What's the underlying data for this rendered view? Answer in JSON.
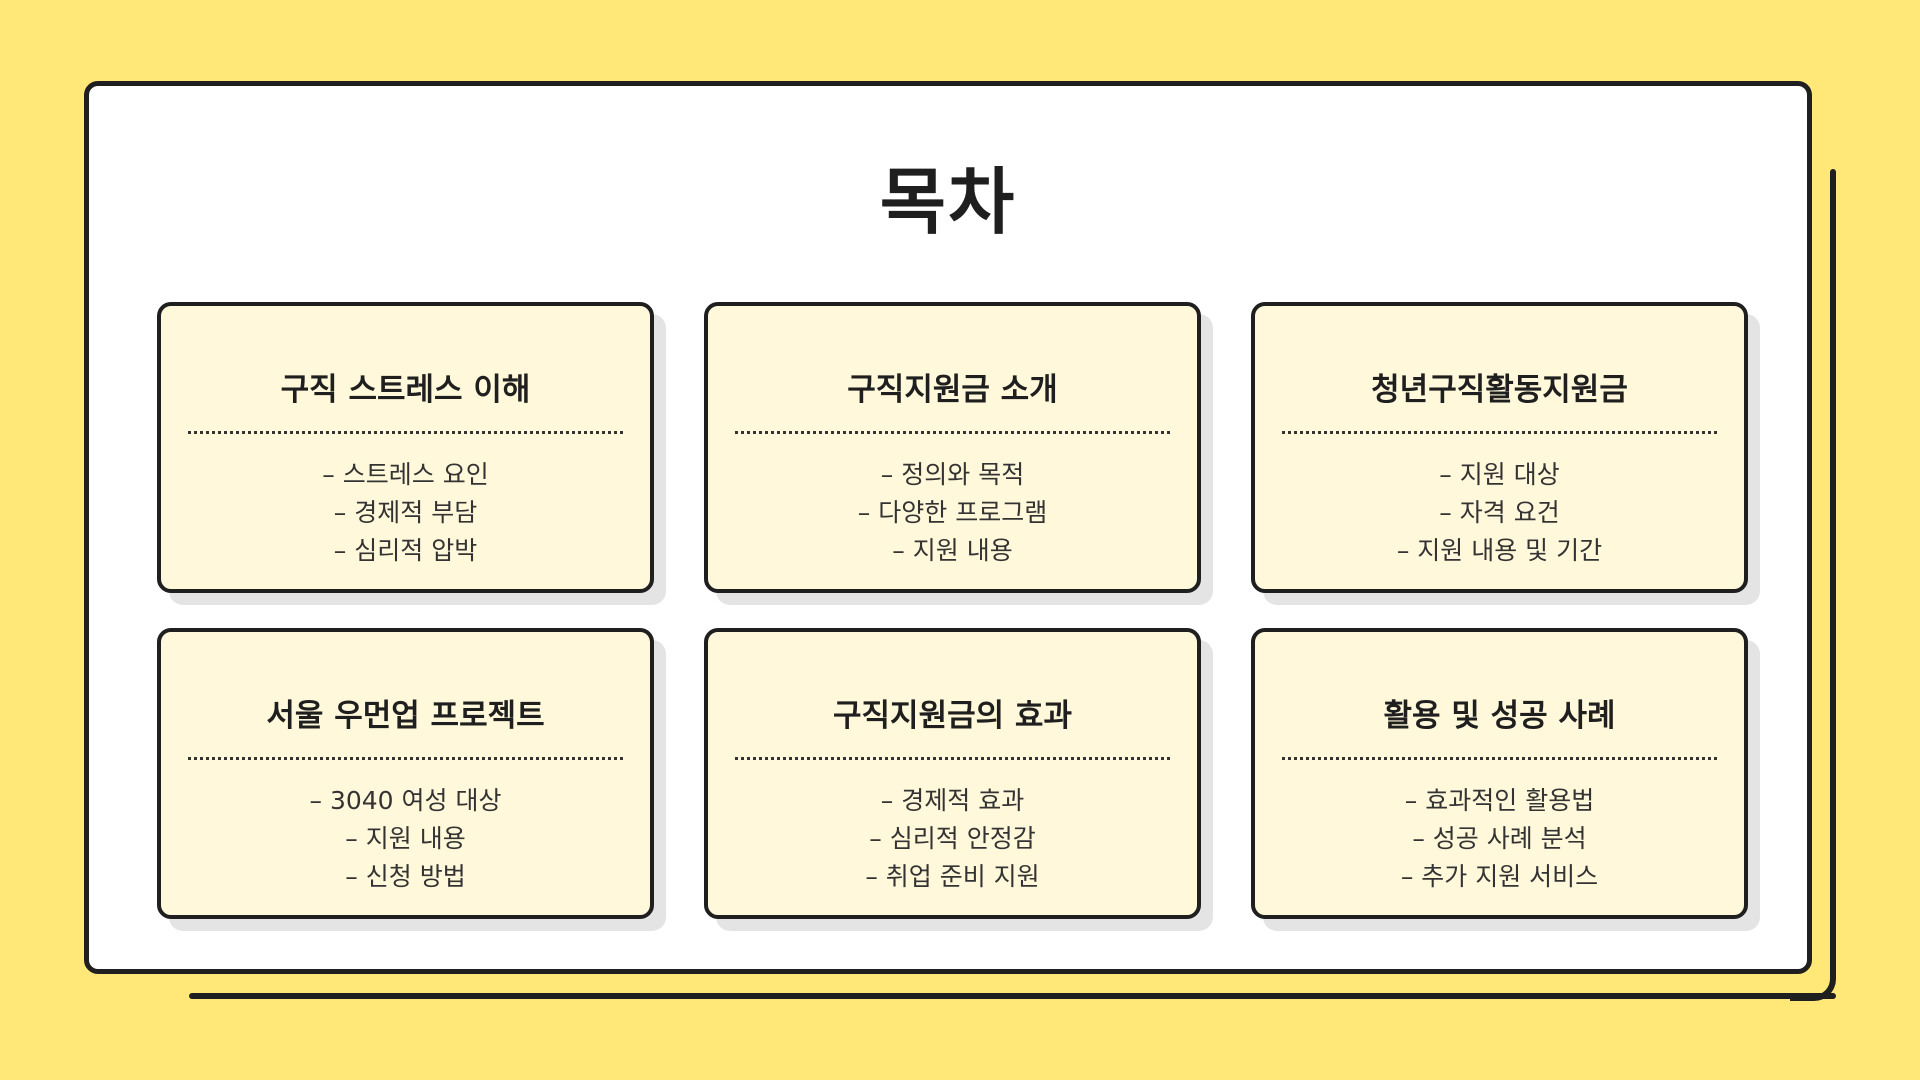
{
  "title": "목차",
  "sections": [
    {
      "heading": "구직 스트레스 이해",
      "items": [
        "– 스트레스 요인",
        "– 경제적 부담",
        "– 심리적 압박"
      ]
    },
    {
      "heading": "구직지원금 소개",
      "items": [
        "– 정의와 목적",
        "– 다양한 프로그램",
        "– 지원 내용"
      ]
    },
    {
      "heading": "청년구직활동지원금",
      "items": [
        "– 지원 대상",
        "– 자격 요건",
        "– 지원 내용 및 기간"
      ]
    },
    {
      "heading": "서울 우먼업 프로젝트",
      "items": [
        "– 3040 여성 대상",
        "– 지원 내용",
        "– 신청 방법"
      ]
    },
    {
      "heading": "구직지원금의 효과",
      "items": [
        "– 경제적 효과",
        "– 심리적 안정감",
        "– 취업 준비 지원"
      ]
    },
    {
      "heading": "활용 및 성공 사례",
      "items": [
        "– 효과적인 활용법",
        "– 성공 사례 분석",
        "– 추가 지원 서비스"
      ]
    }
  ],
  "colors": {
    "background": "#FFE778",
    "card": "#FFFFFF",
    "tile": "#FFF8DA",
    "outline": "#1F1F1F",
    "tile_shadow": "#E4E4E4"
  }
}
